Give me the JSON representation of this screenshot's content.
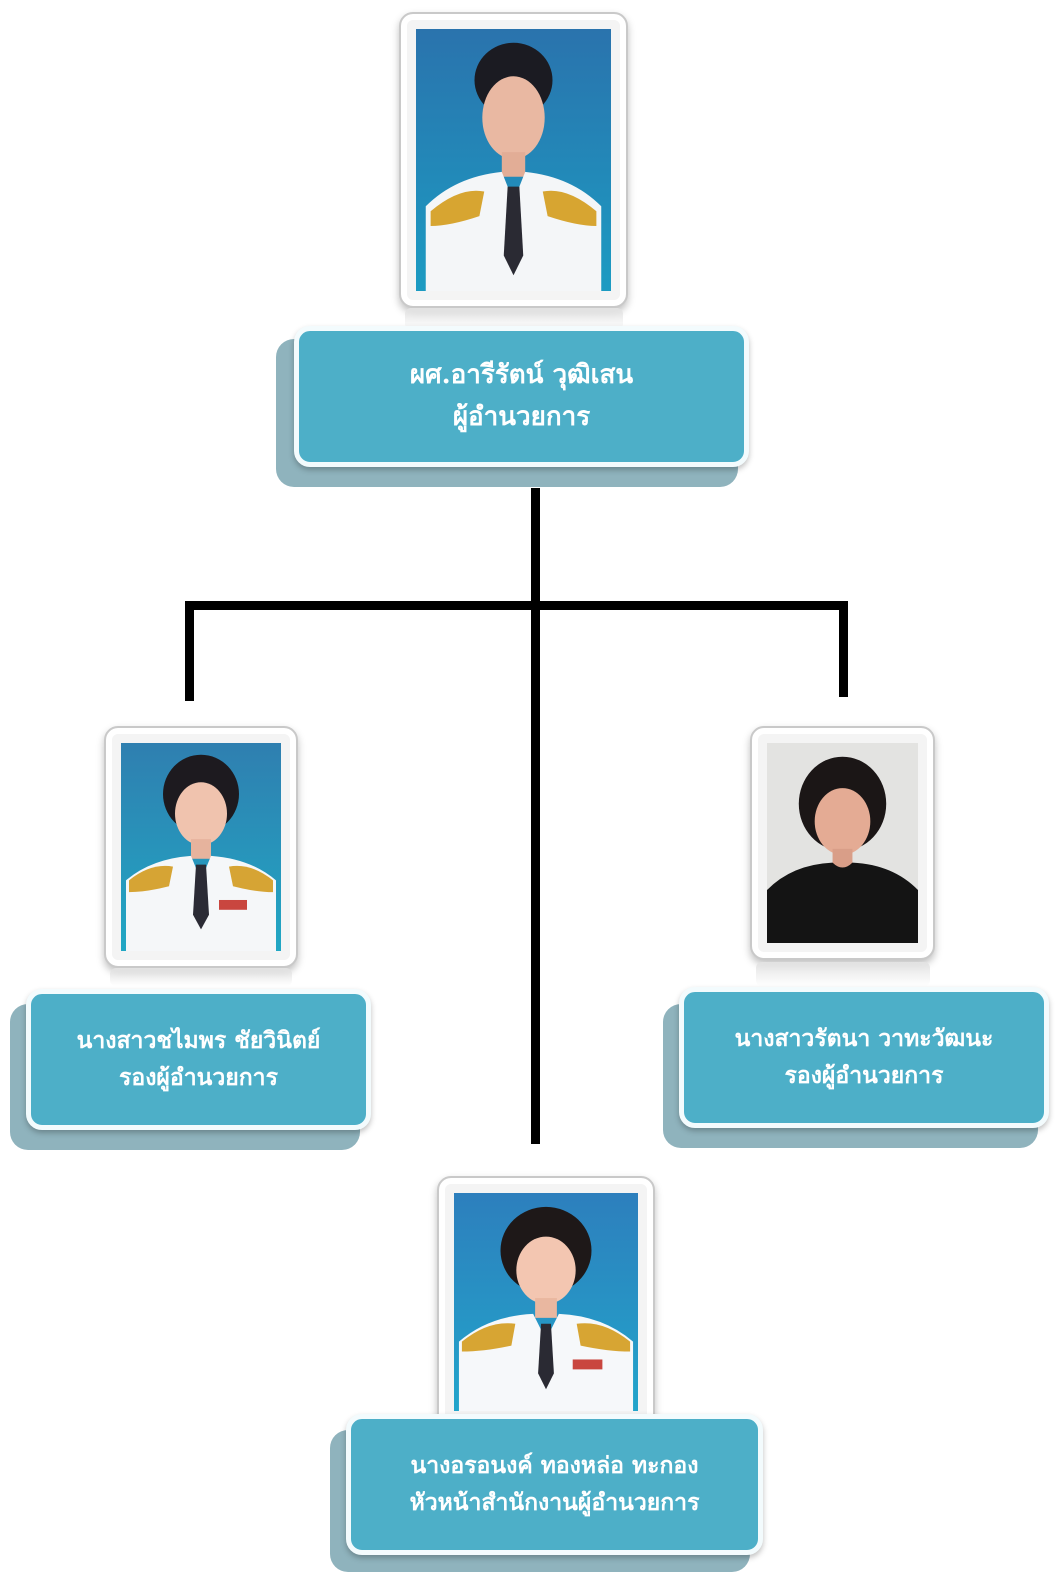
{
  "colors": {
    "box_fill": "#4dafc8",
    "box_border": "#f3fbfd",
    "box_shadow": "#8fb3bd",
    "connector": "#000000"
  },
  "director": {
    "name": "ผศ.อารีรัตน์ วุฒิเสน",
    "role": "ผู้อำนวยการ"
  },
  "deputies": [
    {
      "name": "นางสาวชไมพร  ชัยวินิตย์",
      "role": "รองผู้อำนวยการ"
    },
    {
      "name": "นางสาวรัตนา วาทะวัฒนะ",
      "role": "รองผู้อำนวยการ"
    }
  ],
  "office_head": {
    "name": "นางอรอนงค์ ทองหล่อ ทะกอง",
    "role": "หัวหน้าสำนักงานผู้อำนวยการ"
  }
}
